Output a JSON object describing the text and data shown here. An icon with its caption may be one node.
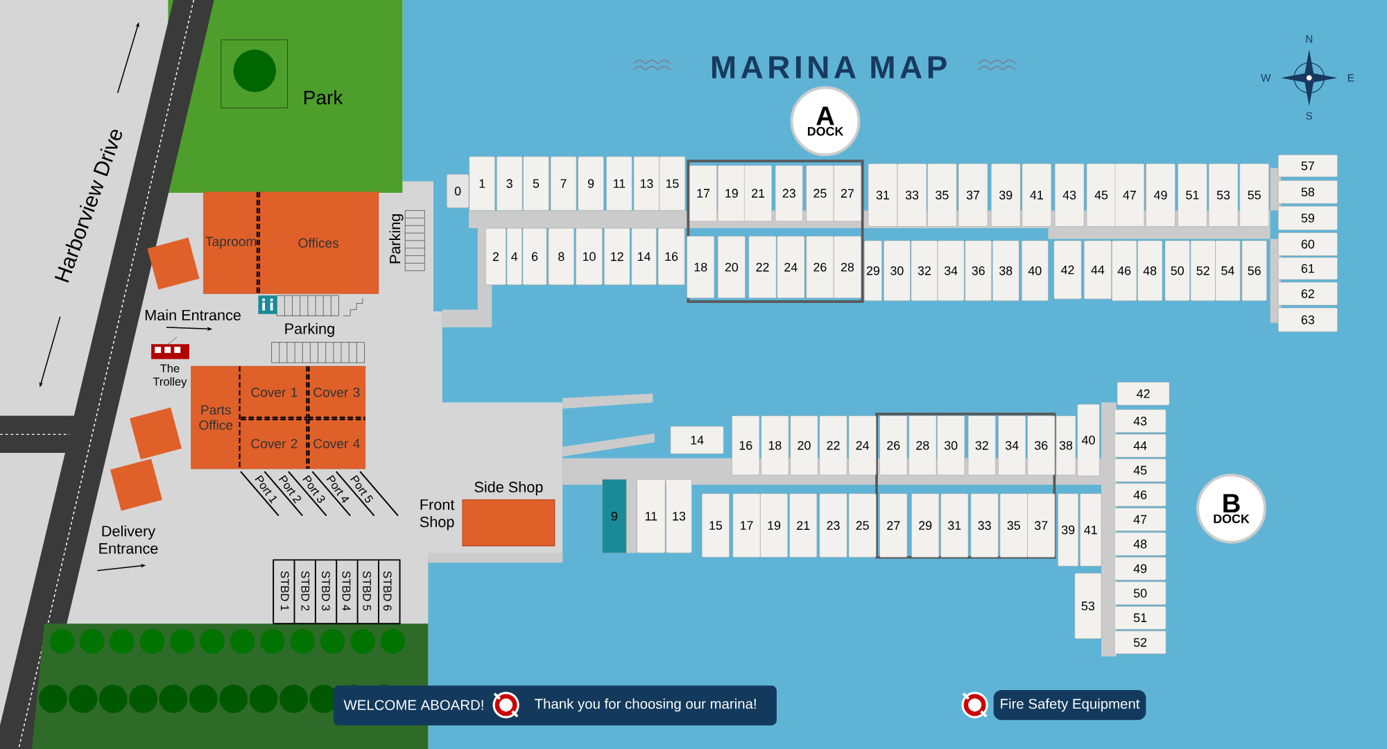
{
  "diagram": {
    "title": "MARINA MAP",
    "nodes": [
      {
        "text": [
          "A",
          "DOCK"
        ]
      },
      {
        "text": [
          "0"
        ]
      },
      {
        "text": [
          "1"
        ]
      },
      {
        "text": [
          "3"
        ]
      },
      {
        "text": [
          "5"
        ]
      },
      {
        "text": [
          "7"
        ]
      },
      {
        "text": [
          "9"
        ]
      },
      {
        "text": [
          "11"
        ]
      },
      {
        "text": [
          "13"
        ]
      },
      {
        "text": [
          "15"
        ]
      },
      {
        "text": [
          "17"
        ]
      },
      {
        "text": [
          "19"
        ]
      },
      {
        "text": [
          "21"
        ]
      },
      {
        "text": [
          "23"
        ]
      },
      {
        "text": [
          "25"
        ]
      },
      {
        "text": [
          "27"
        ]
      },
      {
        "text": [
          "31"
        ]
      },
      {
        "text": [
          "33"
        ]
      },
      {
        "text": [
          "35"
        ]
      },
      {
        "text": [
          "37"
        ]
      },
      {
        "text": [
          "39"
        ]
      },
      {
        "text": [
          "41"
        ]
      },
      {
        "text": [
          "43"
        ]
      },
      {
        "text": [
          "45"
        ]
      },
      {
        "text": [
          "47"
        ]
      },
      {
        "text": [
          "49"
        ]
      },
      {
        "text": [
          "51"
        ]
      },
      {
        "text": [
          "53"
        ]
      },
      {
        "text": [
          "55"
        ]
      },
      {
        "text": [
          "57"
        ]
      },
      {
        "text": [
          "58"
        ]
      },
      {
        "text": [
          "59"
        ]
      },
      {
        "text": [
          "60"
        ]
      },
      {
        "text": [
          "61"
        ]
      },
      {
        "text": [
          "62"
        ]
      },
      {
        "text": [
          "63"
        ]
      },
      {
        "text": [
          "2"
        ]
      },
      {
        "text": [
          "4"
        ]
      },
      {
        "text": [
          "6"
        ]
      },
      {
        "text": [
          "8"
        ]
      },
      {
        "text": [
          "10"
        ]
      },
      {
        "text": [
          "12"
        ]
      },
      {
        "text": [
          "14"
        ]
      },
      {
        "text": [
          "16"
        ]
      },
      {
        "text": [
          "18"
        ]
      },
      {
        "text": [
          "20"
        ]
      },
      {
        "text": [
          "22"
        ]
      },
      {
        "text": [
          "24"
        ]
      },
      {
        "text": [
          "26"
        ]
      },
      {
        "text": [
          "28"
        ]
      },
      {
        "text": [
          "29"
        ]
      },
      {
        "text": [
          "30"
        ]
      },
      {
        "text": [
          "32"
        ]
      },
      {
        "text": [
          "34"
        ]
      },
      {
        "text": [
          "36"
        ]
      },
      {
        "text": [
          "38"
        ]
      },
      {
        "text": [
          "40"
        ]
      },
      {
        "text": [
          "42"
        ]
      },
      {
        "text": [
          "44"
        ]
      },
      {
        "text": [
          "46"
        ]
      },
      {
        "text": [
          "48"
        ]
      },
      {
        "text": [
          "50"
        ]
      },
      {
        "text": [
          "52"
        ]
      },
      {
        "text": [
          "54"
        ]
      },
      {
        "text": [
          "56"
        ]
      },
      {
        "text": [
          "Taproom"
        ]
      },
      {
        "text": [
          "Offices"
        ]
      },
      {
        "text": [
          "Parts Office"
        ]
      },
      {
        "text": [
          "Cover 1"
        ]
      },
      {
        "text": [
          "Cover 3"
        ]
      },
      {
        "text": [
          "Cover 2"
        ]
      },
      {
        "text": [
          "Cover 4"
        ]
      },
      {
        "text": [
          "Side Shop"
        ]
      },
      {
        "text": [
          "B",
          "DOCK"
        ]
      },
      {
        "text": [
          "14"
        ]
      },
      {
        "text": [
          "16"
        ]
      },
      {
        "text": [
          "18"
        ]
      },
      {
        "text": [
          "20"
        ]
      },
      {
        "text": [
          "22"
        ]
      },
      {
        "text": [
          "24"
        ]
      },
      {
        "text": [
          "26"
        ]
      },
      {
        "text": [
          "28"
        ]
      },
      {
        "text": [
          "30"
        ]
      },
      {
        "text": [
          "32"
        ]
      },
      {
        "text": [
          "34"
        ]
      },
      {
        "text": [
          "36"
        ]
      },
      {
        "text": [
          "38"
        ]
      },
      {
        "text": [
          "40"
        ]
      },
      {
        "text": [
          "9"
        ]
      },
      {
        "text": [
          "11"
        ]
      },
      {
        "text": [
          "13"
        ]
      },
      {
        "text": [
          "15"
        ]
      },
      {
        "text": [
          "17"
        ]
      },
      {
        "text": [
          "19"
        ]
      },
      {
        "text": [
          "21"
        ]
      },
      {
        "text": [
          "23"
        ]
      },
      {
        "text": [
          "25"
        ]
      },
      {
        "text": [
          "27"
        ]
      },
      {
        "text": [
          "29"
        ]
      },
      {
        "text": [
          "31"
        ]
      },
      {
        "text": [
          "33"
        ]
      },
      {
        "text": [
          "35"
        ]
      },
      {
        "text": [
          "37"
        ]
      },
      {
        "text": [
          "39"
        ]
      },
      {
        "text": [
          "41"
        ]
      },
      {
        "text": [
          "42"
        ]
      },
      {
        "text": [
          "43"
        ]
      },
      {
        "text": [
          "44"
        ]
      },
      {
        "text": [
          "45"
        ]
      },
      {
        "text": [
          "46"
        ]
      },
      {
        "text": [
          "47"
        ]
      },
      {
        "text": [
          "48"
        ]
      },
      {
        "text": [
          "49"
        ]
      },
      {
        "text": [
          "50"
        ]
      },
      {
        "text": [
          "51"
        ]
      },
      {
        "text": [
          "52"
        ]
      },
      {
        "text": [
          "53"
        ]
      }
    ],
    "labels": [
      "Park",
      "Harborview Drive",
      "Parking",
      "Main Entrance",
      "Parking",
      "The Trolley",
      "Port 1",
      "Port 2",
      "Port 3",
      "Port 4",
      "Port 5",
      "Delivery Entrance",
      "Front Shop",
      "STBD 1",
      "STBD 2",
      "STBD 3",
      "STBD 4",
      "STBD 5",
      "STBD 6",
      "N",
      "W",
      "E",
      "S",
      "WELCOME ABOARD!",
      "Thank you for choosing our marina!"
    ],
    "legend": [
      {
        "text": "Fire Safety Equipment"
      }
    ]
  }
}
